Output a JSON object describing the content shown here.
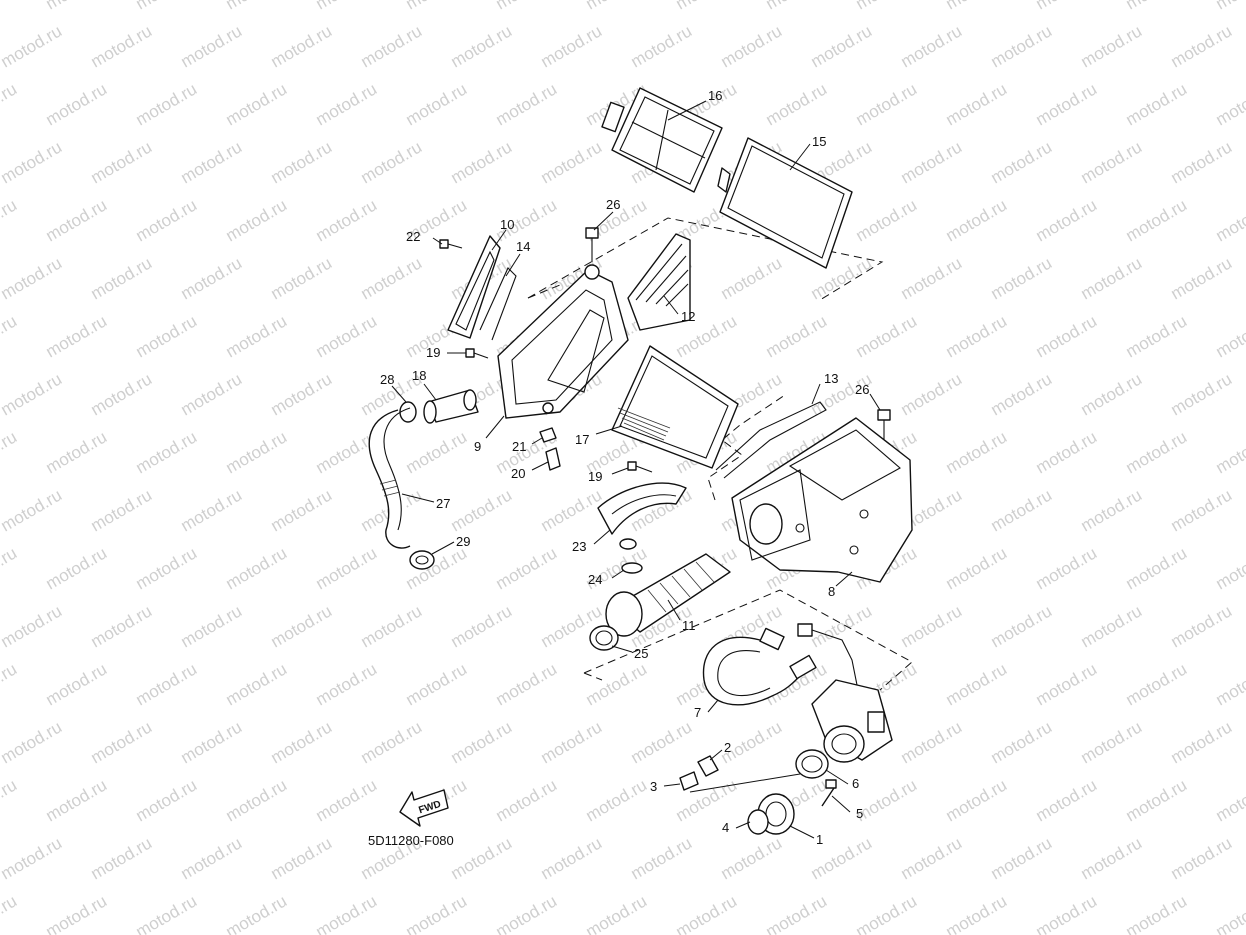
{
  "watermark": "motod.ru",
  "drawing_code": "5D11280-F080",
  "fwd_label": "FWD",
  "callouts": [
    "16",
    "15",
    "26",
    "10",
    "22",
    "14",
    "12",
    "19",
    "28",
    "18",
    "9",
    "21",
    "17",
    "20",
    "13",
    "26",
    "19",
    "27",
    "23",
    "8",
    "29",
    "24",
    "11",
    "25",
    "7",
    "2",
    "3",
    "6",
    "5",
    "4",
    "1"
  ],
  "colors": {
    "line": "#111111",
    "watermark": "#cfcfcf",
    "background": "#ffffff"
  }
}
